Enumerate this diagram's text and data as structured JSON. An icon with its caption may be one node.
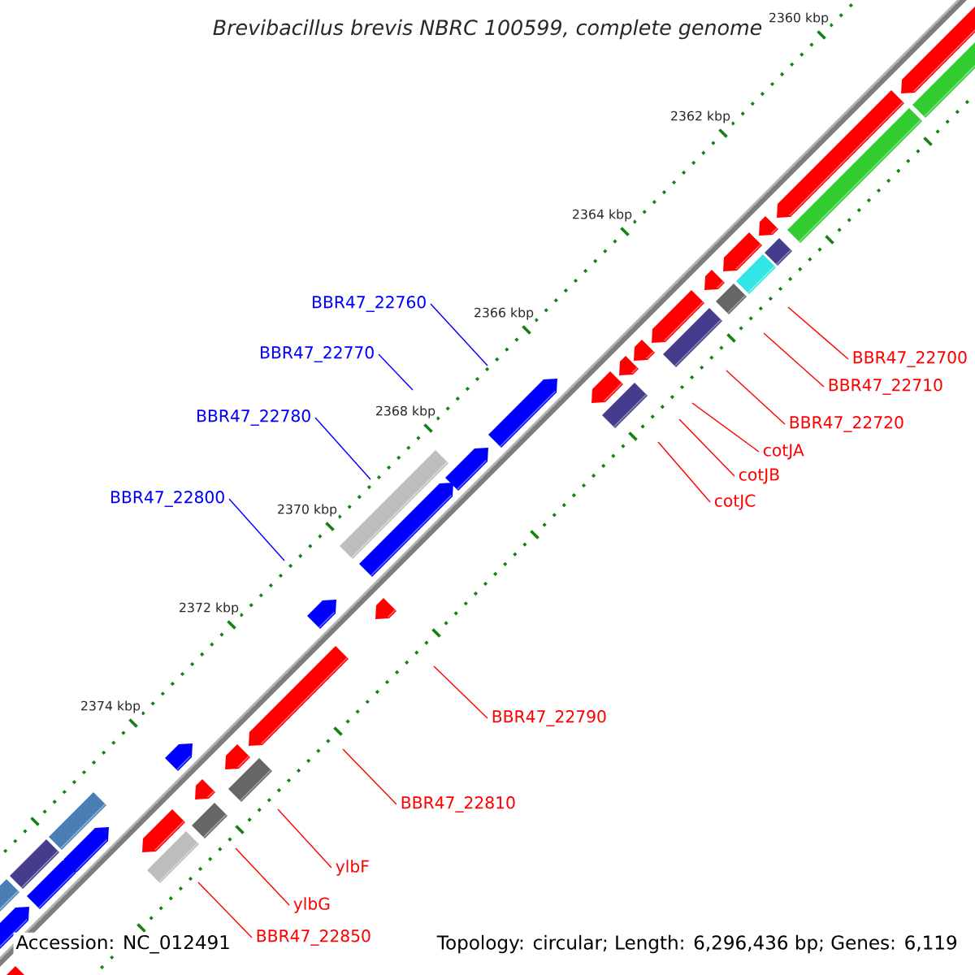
{
  "diagram": {
    "title": "Brevibacillus brevis NBRC 100599, complete genome",
    "nodes": [
      {
        "text": [
          "BBR47_22760"
        ]
      },
      {
        "text": [
          "BBR47_22770"
        ]
      },
      {
        "text": [
          "BBR47_22700"
        ]
      },
      {
        "text": [
          "BBR47_22710"
        ]
      },
      {
        "text": [
          "BBR47_22780"
        ]
      },
      {
        "text": [
          "BBR47_22720"
        ]
      },
      {
        "text": [
          "cotJA"
        ]
      },
      {
        "text": [
          "cotJB"
        ]
      },
      {
        "text": [
          "BBR47_22800"
        ]
      },
      {
        "text": [
          "cotJC"
        ]
      },
      {
        "text": [
          "BBR47_22790"
        ]
      },
      {
        "text": [
          "BBR47_22810"
        ]
      },
      {
        "text": [
          "ylbF"
        ]
      },
      {
        "text": [
          "ylbG"
        ]
      },
      {
        "text": [
          "BBR47_22850"
        ]
      }
    ],
    "edges": [
      {
        "from": 0,
        "to": null,
        "arrow": "none",
        "color": "#0000ff"
      },
      {
        "from": 1,
        "to": null,
        "arrow": "none",
        "color": "#0000ff"
      },
      {
        "from": 2,
        "to": null,
        "arrow": "none"
      },
      {
        "from": 3,
        "to": null,
        "arrow": "none"
      },
      {
        "from": 4,
        "to": null,
        "arrow": "none",
        "color": "#0000ff"
      },
      {
        "from": 5,
        "to": null,
        "arrow": "none"
      },
      {
        "from": 6,
        "to": null,
        "arrow": "none"
      },
      {
        "from": 7,
        "to": null,
        "arrow": "none"
      },
      {
        "from": 8,
        "to": null,
        "arrow": "none",
        "color": "#0000ff"
      },
      {
        "from": 9,
        "to": null,
        "arrow": "none"
      },
      {
        "from": 10,
        "to": null,
        "arrow": "none"
      },
      {
        "from": 11,
        "to": null,
        "arrow": "none"
      },
      {
        "from": 12,
        "to": null,
        "arrow": "none"
      },
      {
        "from": 13,
        "to": null,
        "arrow": "none"
      },
      {
        "from": 14,
        "to": null,
        "arrow": "none"
      }
    ],
    "labels": [
      "2360 kbp",
      "2362 kbp",
      "2364 kbp",
      "2366 kbp",
      "2368 kbp",
      "2370 kbp",
      "2372 kbp",
      "2374 kbp",
      "Accession: NC_012491",
      "Topology: circular; Length: 6,296,436 bp; Genes: 6,119"
    ]
  }
}
